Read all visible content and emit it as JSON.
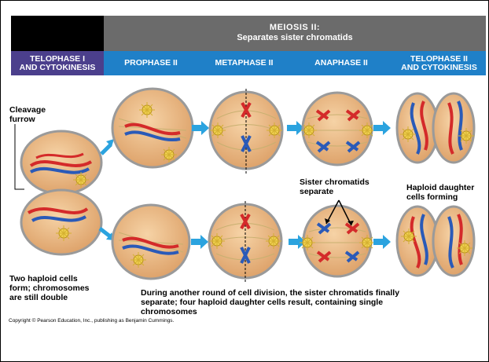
{
  "header": {
    "title_line1": "MEIOSIS II:",
    "title_line2": "Separates sister chromatids"
  },
  "phases": [
    {
      "label_line1": "TELOPHASE I",
      "label_line2": "AND CYTOKINESIS"
    },
    {
      "label_line1": "PROPHASE II",
      "label_line2": ""
    },
    {
      "label_line1": "METAPHASE II",
      "label_line2": ""
    },
    {
      "label_line1": "ANAPHASE II",
      "label_line2": ""
    },
    {
      "label_line1": "TELOPHASE II",
      "label_line2": "AND CYTOKINESIS"
    }
  ],
  "labels": {
    "cleavage_line1": "Cleavage",
    "cleavage_line2": "furrow",
    "sister_line1": "Sister chromatids",
    "sister_line2": "separate",
    "haploid_line1": "Haploid daughter",
    "haploid_line2": "cells forming",
    "two_haploid_line1": "Two haploid cells",
    "two_haploid_line2": "form; chromosomes",
    "two_haploid_line3": "are still double",
    "bottom_line1": "During another round of cell division, the sister chromatids finally",
    "bottom_line2": "separate; four haploid daughter cells result, containing single",
    "bottom_line3": "chromosomes",
    "copyright": "Copyright © Pearson Education, Inc., publishing as Benjamin Cummings."
  },
  "colors": {
    "header_gray": "#6b6b6b",
    "telophase_purple": "#4b3f8c",
    "phase_blue": "#1f80c8",
    "cell_fill": "#e8b480",
    "cell_border": "#9a9a9a",
    "chromosome_red": "#d42a2a",
    "chromosome_blue": "#2a5ab8",
    "arrow_blue": "#2ba3df"
  }
}
